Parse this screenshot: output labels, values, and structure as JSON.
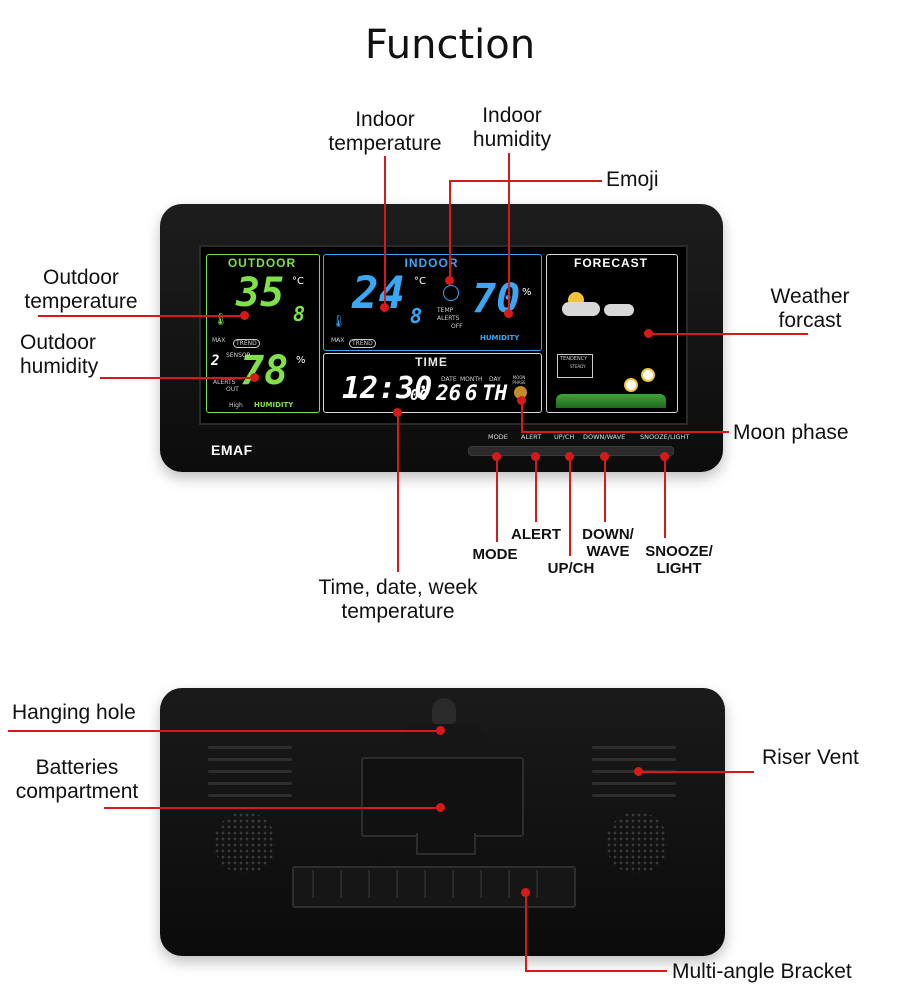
{
  "title": "Function",
  "front": {
    "brand": "EMAF",
    "panels": {
      "outdoor": "OUTDOOR",
      "indoor": "INDOOR",
      "forecast": "FORECAST",
      "time": "TIME"
    },
    "display": {
      "outdoor_temp": "35",
      "outdoor_temp_dec": "8",
      "outdoor_humidity": "78",
      "indoor_temp": "24",
      "indoor_temp_dec": "8",
      "indoor_humidity": "70",
      "time": "12:30",
      "seconds": "00",
      "date": "26",
      "month": "6",
      "day": "TH",
      "unit_c": "°C",
      "unit_pct": "%",
      "humidity_word": "HUMIDITY",
      "max_word": "MAX",
      "trend_word": "TREND",
      "date_label": "DATE",
      "month_label": "MONTH",
      "day_label": "DAY",
      "moon_label": "MOON PHASE",
      "tendency": "TENDENCY",
      "steady": "STEADY",
      "sensor": "SENSOR",
      "alerts_word": "ALERTS",
      "out_word": "OUT",
      "off_word": "OFF",
      "high_word": "High",
      "temp_word": "TEMP"
    },
    "buttons": [
      "MODE",
      "ALERT",
      "UP/CH",
      "DOWN/WAVE",
      "SNOOZE/LIGHT"
    ],
    "colors": {
      "outdoor_green": "#7fe04a",
      "indoor_blue": "#3aa7f5",
      "callout_red": "#d61a1a"
    }
  },
  "labels": {
    "indoor_temperature": "Indoor temperature",
    "indoor_humidity": "Indoor humidity",
    "emoji": "Emoji",
    "outdoor_temperature": "Outdoor temperature",
    "outdoor_humidity": "Outdoor humidity",
    "weather_forecast": "Weather forcast",
    "moon_phase": "Moon phase",
    "mode": "MODE",
    "alert": "ALERT",
    "up_ch": "UP/CH",
    "down_wave": "DOWN/ WAVE",
    "snooze_light": "SNOOZE/ LIGHT",
    "time_date": "Time, date, week temperature",
    "hanging_hole": "Hanging hole",
    "batteries": "Batteries compartment",
    "riser_vent": "Riser Vent",
    "bracket": "Multi-angle Bracket"
  }
}
